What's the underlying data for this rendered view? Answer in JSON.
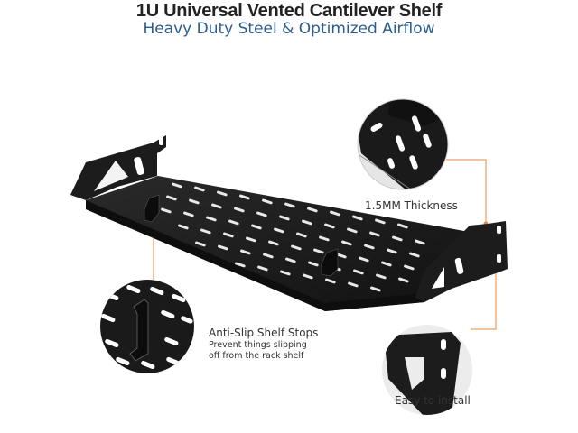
{
  "header": {
    "title": "1U Universal Vented Cantilever Shelf",
    "subtitle": "Heavy Duty Steel & Optimized Airflow"
  },
  "callouts": {
    "thickness": "1.5MM Thickness",
    "stops_title": "Anti-Slip Shelf Stops",
    "stops_line1": "Prevent things slipping",
    "stops_line2": "off from the rack shelf",
    "install": "Easy to install"
  },
  "colors": {
    "title": "#222222",
    "subtitle": "#2b5c8c",
    "leader": "#e8873a",
    "steel": "#1c1c1c",
    "text": "#333333"
  }
}
